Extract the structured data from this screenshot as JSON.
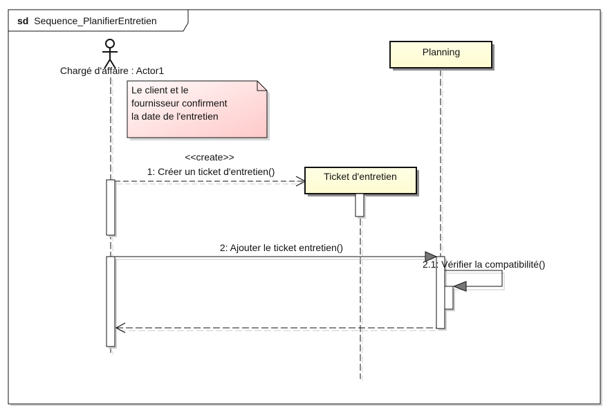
{
  "diagram": {
    "frame": {
      "keyword": "sd",
      "name": "Sequence_PlanifierEntretien"
    },
    "actor": {
      "label": "Chargé d'affaire : Actor1"
    },
    "lifelines": {
      "planning": "Planning",
      "ticket": "Ticket d'entretien"
    },
    "note": {
      "lines": [
        "Le client et le",
        "fournisseur confirment",
        "la date de l'entretien"
      ]
    },
    "messages": {
      "create_stereotype": "<<create>>",
      "m1": "1: Créer un ticket d'entretien()",
      "m2": "2: Ajouter le ticket entretien()",
      "m21": "2.1: Vérifier la compatibilité()"
    },
    "colors": {
      "lifeline_head_fill": "#fefcd2",
      "note_fill_start": "#fffafa",
      "note_fill_end": "#ffc9c9",
      "line": "#111111",
      "shadow": "#c8c8c8",
      "arrow_fill": "#777777"
    }
  }
}
